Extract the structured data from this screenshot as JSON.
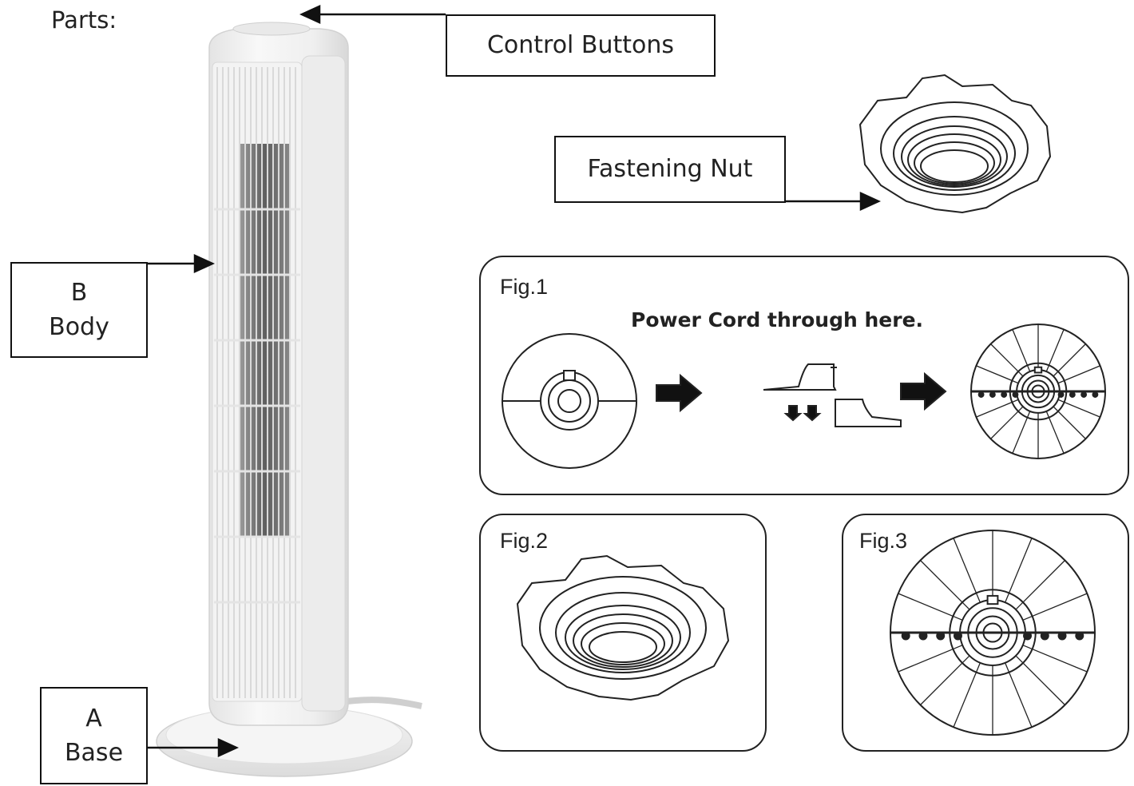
{
  "title": "Parts:",
  "labels": {
    "control_buttons": "Control Buttons",
    "fastening_nut": "Fastening Nut",
    "body_letter": "B",
    "body_name": "Body",
    "base_letter": "A",
    "base_name": "Base"
  },
  "figures": {
    "fig1": {
      "label": "Fig.1",
      "caption": "Power Cord through here."
    },
    "fig2": {
      "label": "Fig.2"
    },
    "fig3": {
      "label": "Fig.3"
    }
  },
  "colors": {
    "line": "#111111",
    "fan_body": "#f2f2f2",
    "grille_dark": "#6b6b6b",
    "background": "#ffffff"
  }
}
